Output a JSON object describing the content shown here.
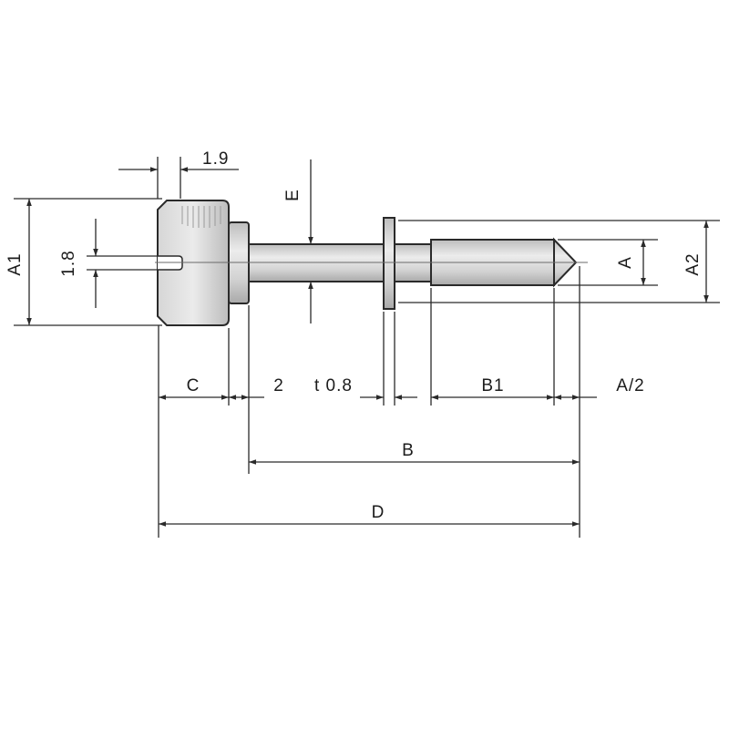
{
  "labels": {
    "head_slot_offset": "1.9",
    "slot_width": "1.8",
    "shank_dia": "E",
    "head_dia": "A1",
    "thread_dia": "A",
    "washer_dia": "A2",
    "head_len": "C",
    "collar_len": "2",
    "washer_thk": "t 0.8",
    "thread_len": "B1",
    "tip_len": "A/2",
    "length_b": "B",
    "total_len": "D"
  },
  "colors": {
    "line": "#2a2a2a",
    "metal_light": "#e4e4e4",
    "metal_mid": "#c9c9c9",
    "metal_dark": "#a8a8a8"
  }
}
